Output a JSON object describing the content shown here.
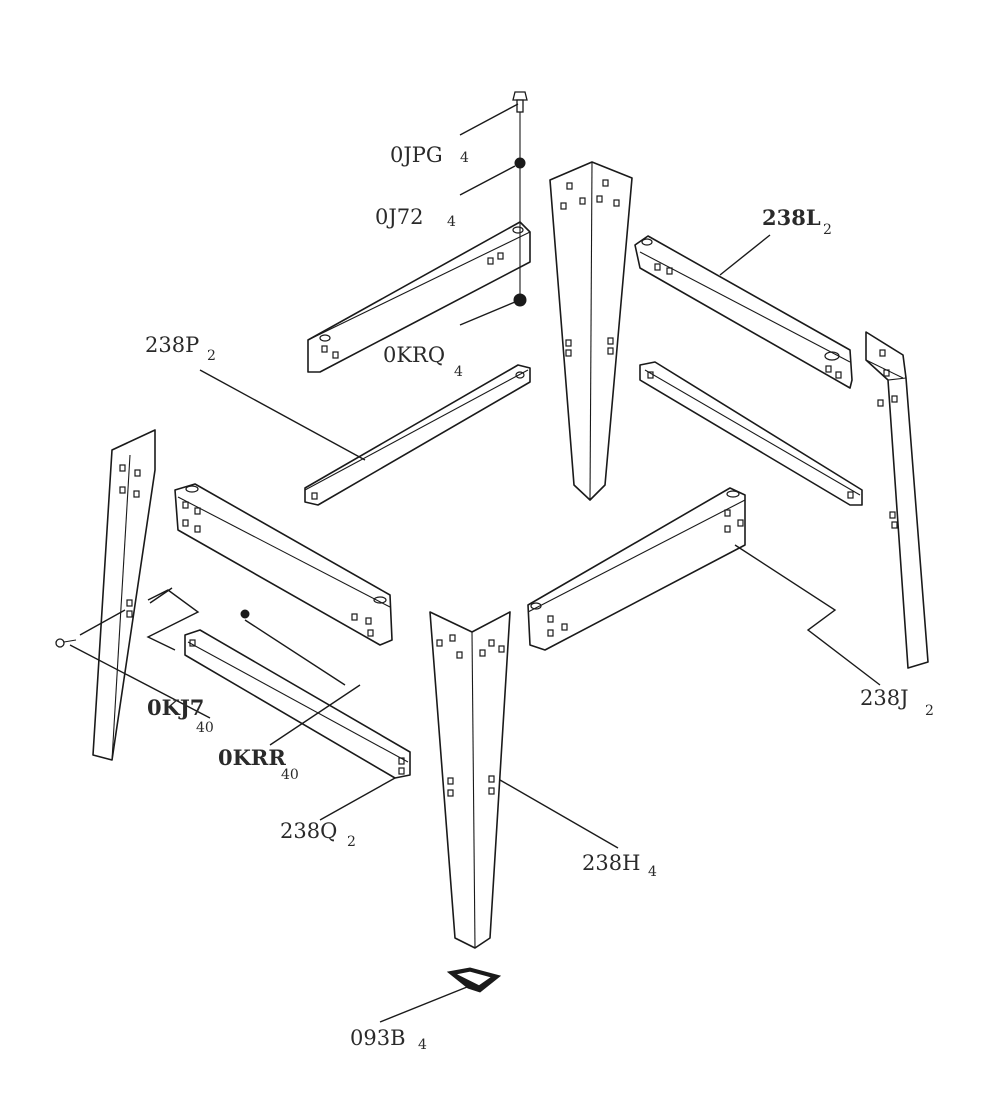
{
  "labels": [
    {
      "id": "0jpg",
      "code": "0JPG",
      "qty": "4",
      "bold": false
    },
    {
      "id": "0j72",
      "code": "0J72",
      "qty": "4",
      "bold": false
    },
    {
      "id": "0krq",
      "code": "0KRQ",
      "qty": "4",
      "bold": false
    },
    {
      "id": "238l",
      "code": "238L",
      "qty": "2",
      "bold": true
    },
    {
      "id": "238p",
      "code": "238P",
      "qty": "2",
      "bold": false
    },
    {
      "id": "0kj7",
      "code": "0KJ7",
      "qty": "40",
      "bold": true
    },
    {
      "id": "0krr",
      "code": "0KRR",
      "qty": "40",
      "bold": true
    },
    {
      "id": "238q",
      "code": "238Q",
      "qty": "2",
      "bold": false
    },
    {
      "id": "238h",
      "code": "238H",
      "qty": "4",
      "bold": false
    },
    {
      "id": "238j",
      "code": "238J",
      "qty": "2",
      "bold": false
    },
    {
      "id": "093b",
      "code": "093B",
      "qty": "4",
      "bold": false
    }
  ]
}
